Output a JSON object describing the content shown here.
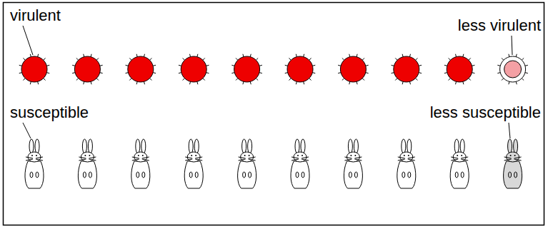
{
  "diagram": {
    "labels": [
      "virulent",
      "less virulent",
      "susceptible",
      "less susceptible"
    ]
  }
}
